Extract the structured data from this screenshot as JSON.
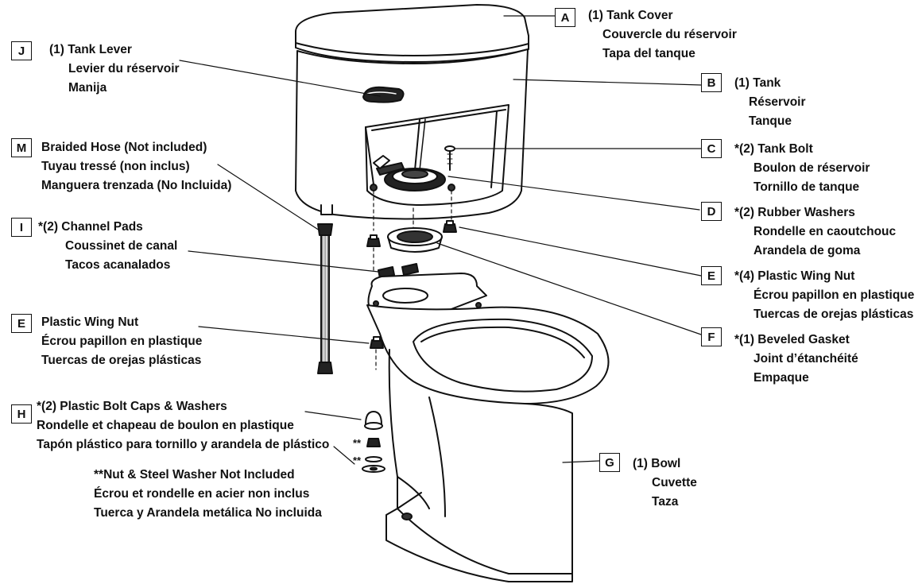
{
  "parts": {
    "A": {
      "letter": "A",
      "l1": "(1) Tank Cover",
      "l2": "Couvercle du réservoir",
      "l3": "Tapa del tanque"
    },
    "B": {
      "letter": "B",
      "l1": "(1) Tank",
      "l2": "Réservoir",
      "l3": "Tanque"
    },
    "C": {
      "letter": "C",
      "l1": "*(2) Tank Bolt",
      "l2": "Boulon de réservoir",
      "l3": "Tornillo de tanque"
    },
    "D": {
      "letter": "D",
      "l1": "*(2) Rubber Washers",
      "l2": "Rondelle en caoutchouc",
      "l3": "Arandela de goma"
    },
    "E1": {
      "letter": "E",
      "l1": "*(4) Plastic Wing Nut",
      "l2": "Écrou papillon en plastique",
      "l3": "Tuercas de orejas plásticas"
    },
    "F": {
      "letter": "F",
      "l1": "*(1) Beveled Gasket",
      "l2": "Joint d’étanchéité",
      "l3": "Empaque"
    },
    "G": {
      "letter": "G",
      "l1": "(1) Bowl",
      "l2": "Cuvette",
      "l3": "Taza"
    },
    "J": {
      "letter": "J",
      "l1": "(1) Tank Lever",
      "l2": "Levier du réservoir",
      "l3": "Manija"
    },
    "M": {
      "letter": "M",
      "l1": "Braided Hose (Not included)",
      "l2": "Tuyau tressé (non inclus)",
      "l3": "Manguera trenzada (No Incluida)"
    },
    "I": {
      "letter": "I",
      "l1": "*(2) Channel Pads",
      "l2": "Coussinet de canal",
      "l3": "Tacos acanalados"
    },
    "E2": {
      "letter": "E",
      "l1": "Plastic Wing Nut",
      "l2": "Écrou papillon en plastique",
      "l3": "Tuercas de orejas plásticas"
    },
    "H": {
      "letter": "H",
      "l1": "*(2) Plastic Bolt Caps & Washers",
      "l2": "Rondelle et chapeau de boulon en plastique",
      "l3": "Tapón plástico para tornillo y arandela de plástico"
    }
  },
  "footnote": {
    "l1": "**Nut & Steel Washer Not Included",
    "l2": "Écrou et rondelle en acier non inclus",
    "l3": "Tuerca y Arandela metálica No incluida"
  },
  "markers": {
    "nut": "**",
    "washer": "**"
  },
  "colors": {
    "line": "#111111",
    "background": "#ffffff"
  }
}
